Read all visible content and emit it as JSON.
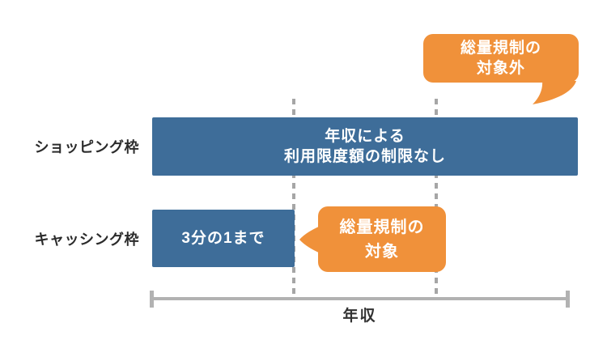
{
  "diagram": {
    "rows": [
      {
        "label": "ショッピング枠",
        "bar": {
          "lines": [
            "年収による",
            "利用限度額の制限なし"
          ]
        }
      },
      {
        "label": "キャッシング枠",
        "bar": {
          "lines": [
            "3分の1まで"
          ]
        }
      }
    ],
    "callouts": [
      {
        "lines": [
          "総量規制の",
          "対象外"
        ]
      },
      {
        "lines": [
          "総量規制の",
          "対象"
        ]
      }
    ],
    "axis": {
      "label": "年収"
    },
    "colors": {
      "bar_blue": "#3e6d99",
      "callout_orange": "#f0913a",
      "axis_gray": "#b2b2b2",
      "dash_gray": "#a6a6a6",
      "label_dark": "#2b2b2b",
      "text_white": "#ffffff"
    }
  }
}
